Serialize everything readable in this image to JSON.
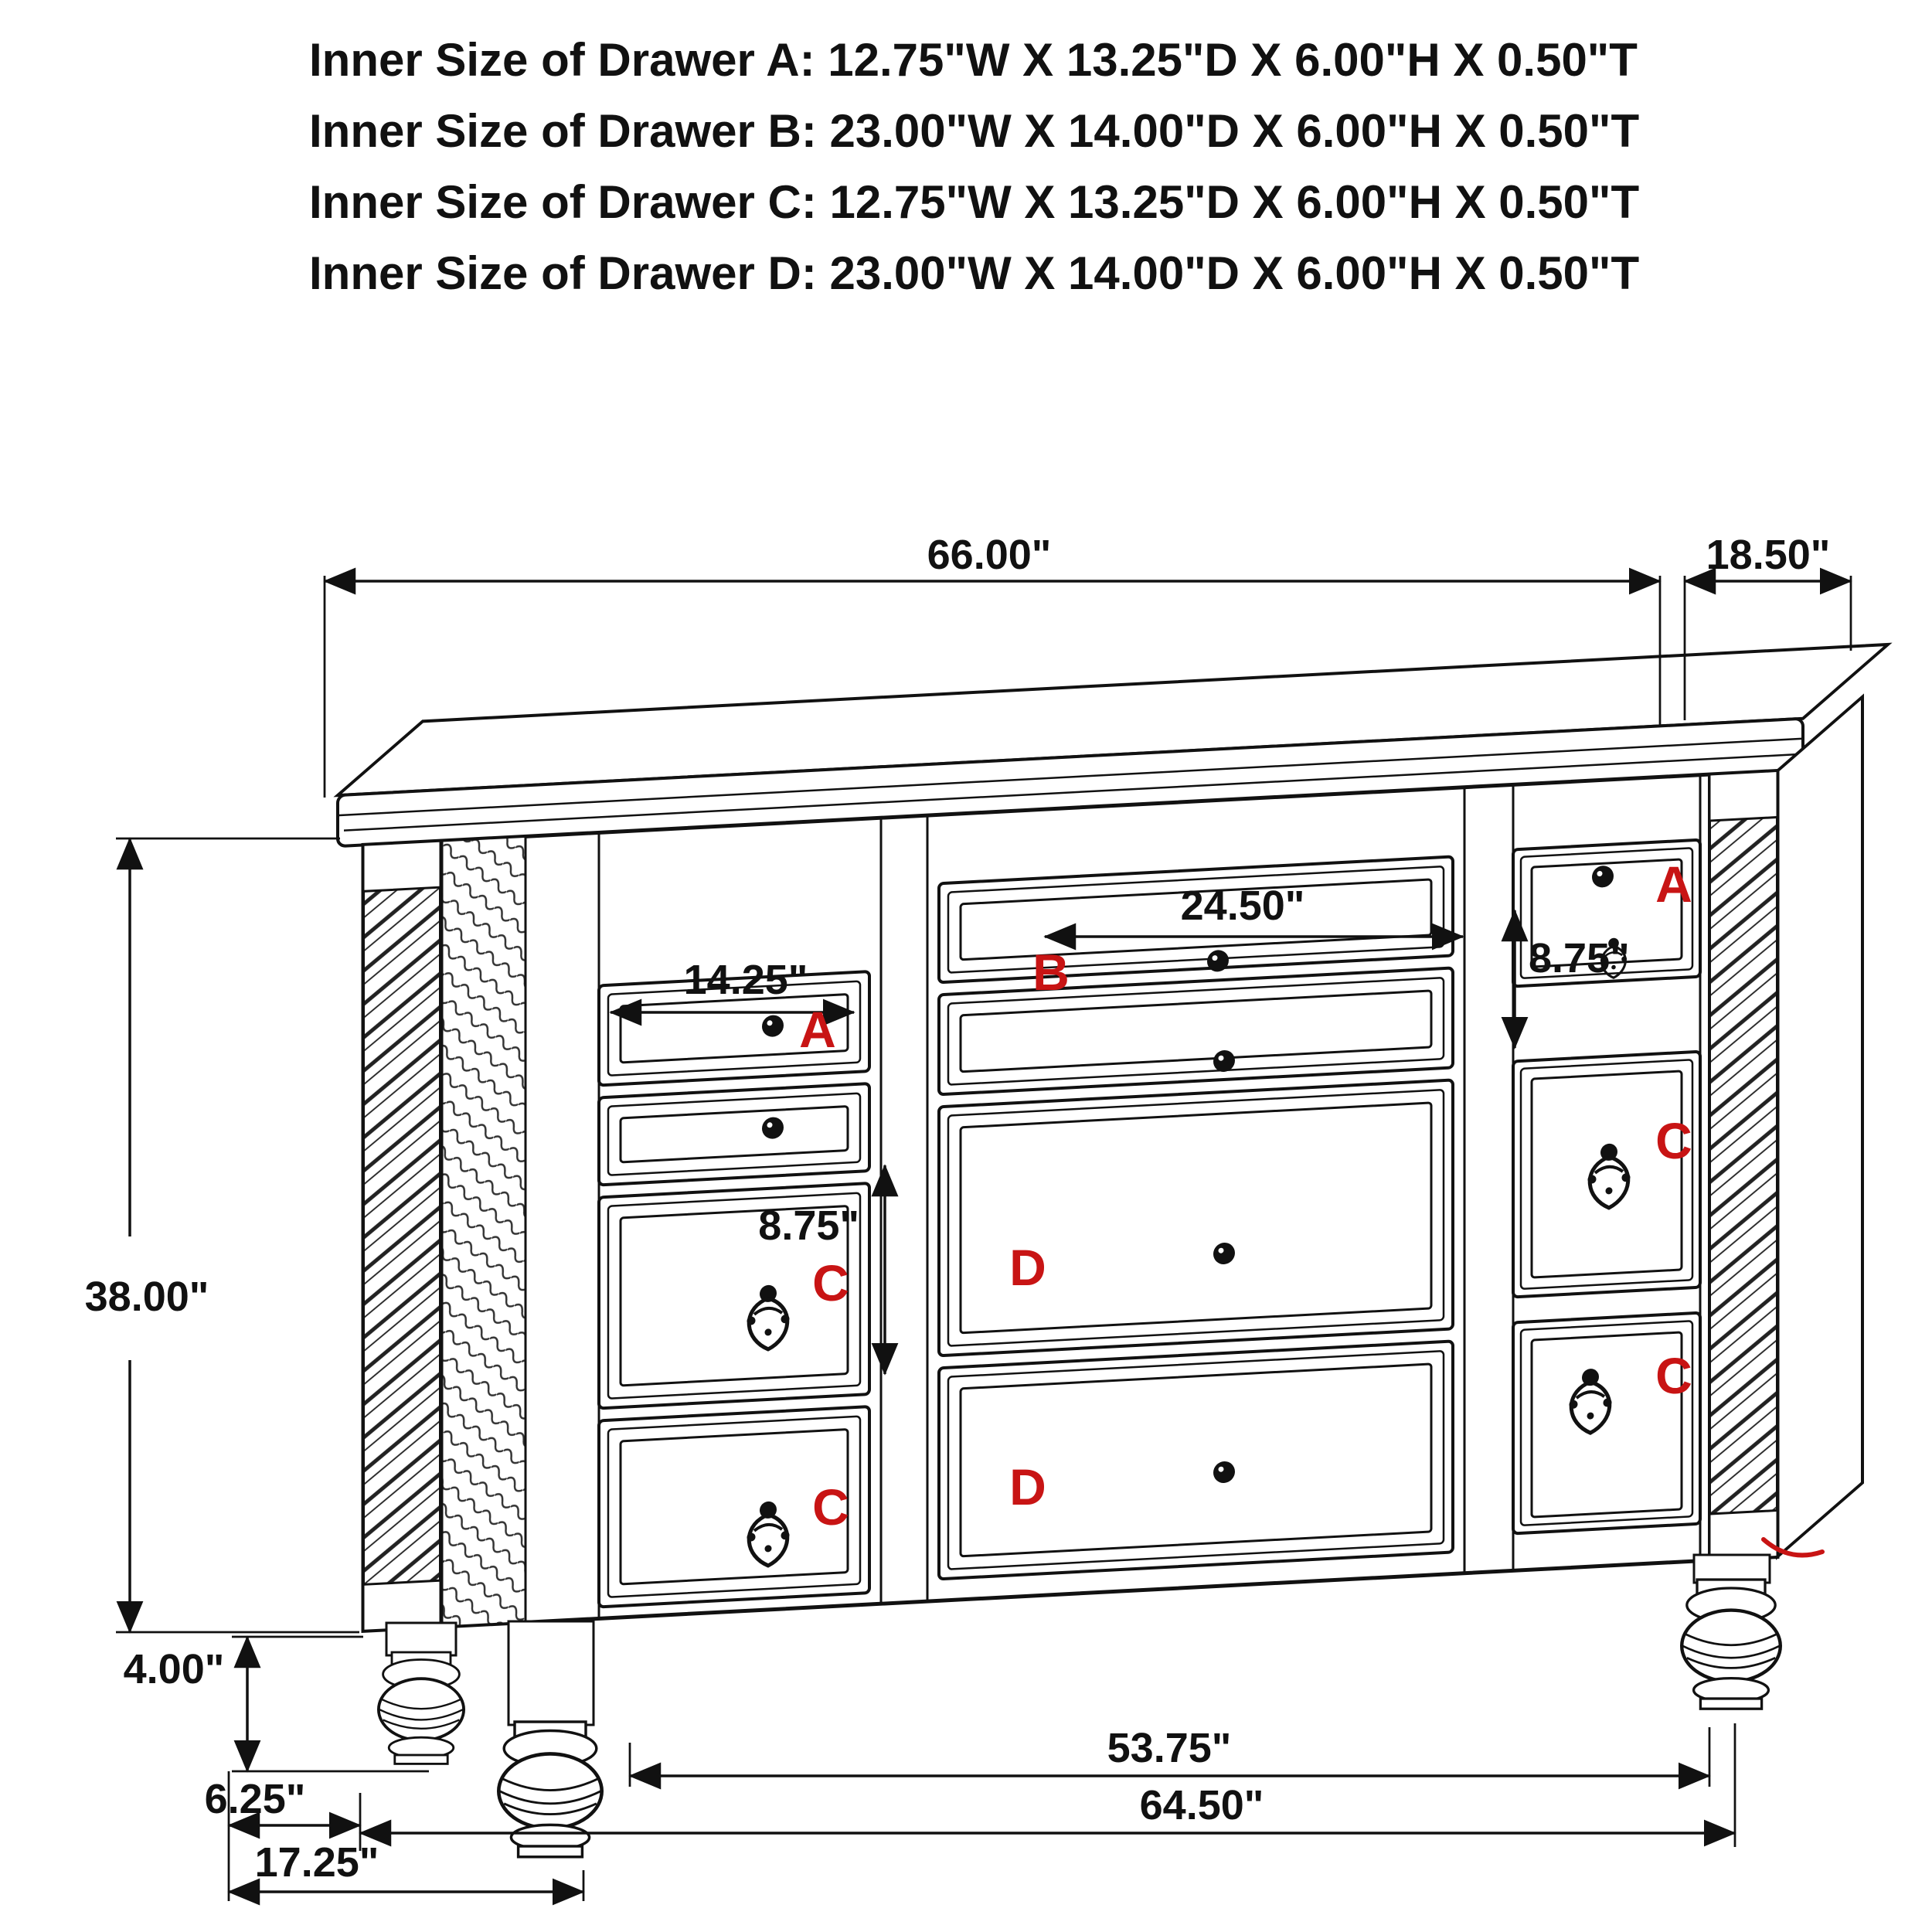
{
  "header": {
    "lines": [
      "Inner Size of Drawer A: 12.75\"W X 13.25\"D X 6.00\"H X 0.50\"T",
      "Inner Size of Drawer B: 23.00\"W X 14.00\"D X 6.00\"H X 0.50\"T",
      "Inner Size of Drawer C: 12.75\"W X 13.25\"D X 6.00\"H X 0.50\"T",
      "Inner Size of Drawer D: 23.00\"W X 14.00\"D X 6.00\"H X 0.50\"T"
    ]
  },
  "dimensions": {
    "overall_width": "66.00\"",
    "depth": "18.50\"",
    "overall_height": "38.00\"",
    "foot_height": "4.00\"",
    "foot_inset_side": "6.25\"",
    "foot_inset_front": "17.25\"",
    "feet_span": "53.75\"",
    "base_width": "64.50\"",
    "center_drawer_width": "24.50\"",
    "left_drawer_width": "14.25\"",
    "left_drawer_height": "8.75\"",
    "right_drawer_height": "8.75\""
  },
  "drawers": {
    "left_a": "A",
    "center_b": "B",
    "right_a": "A",
    "left_c1": "C",
    "left_c2": "C",
    "center_d1": "D",
    "center_d2": "D",
    "right_c1": "C",
    "right_c2": "C"
  },
  "colors": {
    "label_red": "#c81414",
    "line": "#111111",
    "background": "#ffffff"
  }
}
